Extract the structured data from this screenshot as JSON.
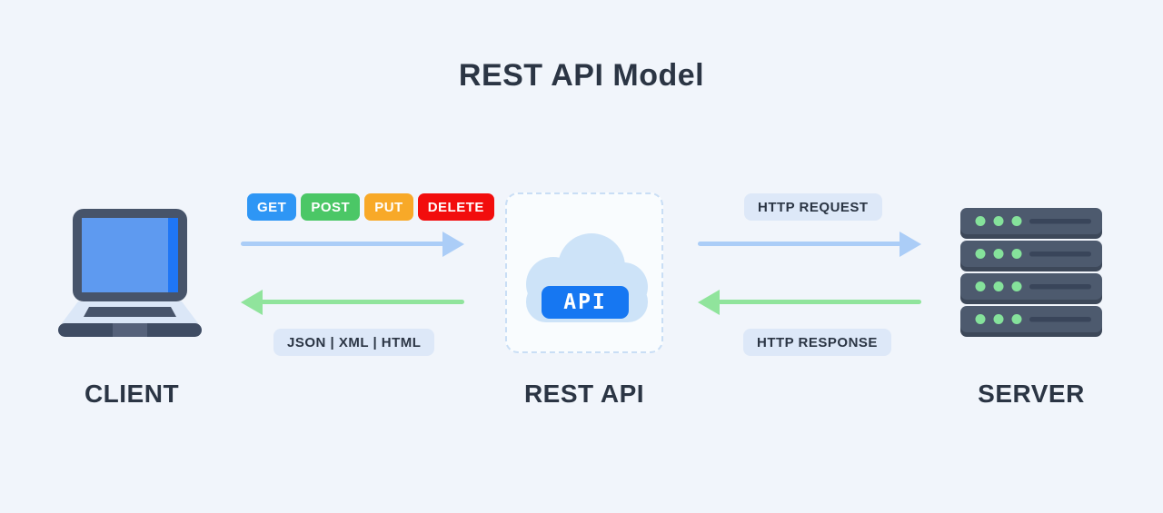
{
  "title": "REST API Model",
  "client": {
    "label": "CLIENT",
    "icon": "laptop-icon"
  },
  "rest_api": {
    "label": "REST API",
    "badge_label": "API",
    "icon": "cloud-icon"
  },
  "server": {
    "label": "SERVER",
    "icon": "server-rack-icon"
  },
  "client_api_flow": {
    "methods": [
      {
        "label": "GET",
        "color": "#2e96f5"
      },
      {
        "label": "POST",
        "color": "#4bc766"
      },
      {
        "label": "PUT",
        "color": "#f8a928"
      },
      {
        "label": "DELETE",
        "color": "#f20d0d"
      }
    ],
    "formats_label": "JSON | XML | HTML"
  },
  "api_server_flow": {
    "request_label": "HTTP REQUEST",
    "response_label": "HTTP RESPONSE"
  },
  "colors": {
    "background": "#f1f5fb",
    "text_dark": "#2b3544",
    "request_arrow": "#abcdf7",
    "response_arrow": "#90e49c",
    "label_pill_bg": "#dde8f8",
    "api_badge_bg": "#1677f2",
    "dashed_border": "#c9def5"
  }
}
